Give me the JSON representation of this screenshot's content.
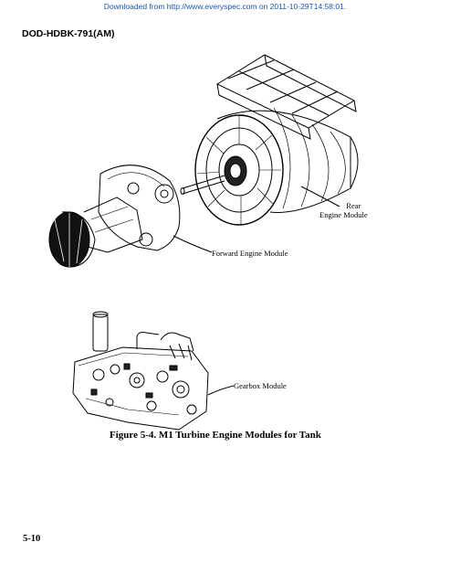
{
  "banner": {
    "text": "Downloaded from http://www.everyspec.com on 2011-10-29T14:58:01."
  },
  "header": {
    "doc_id": "DOD-HDBK-791(AM)"
  },
  "figure": {
    "labels": {
      "rear_module_line1": "Rear",
      "rear_module_line2": "Engine Module",
      "forward_module": "Forward Engine Module",
      "gearbox_module": "Gearbox Module"
    },
    "caption": "Figure 5-4. M1 Turbine Engine Modules for Tank"
  },
  "footer": {
    "page_number": "5-10"
  }
}
